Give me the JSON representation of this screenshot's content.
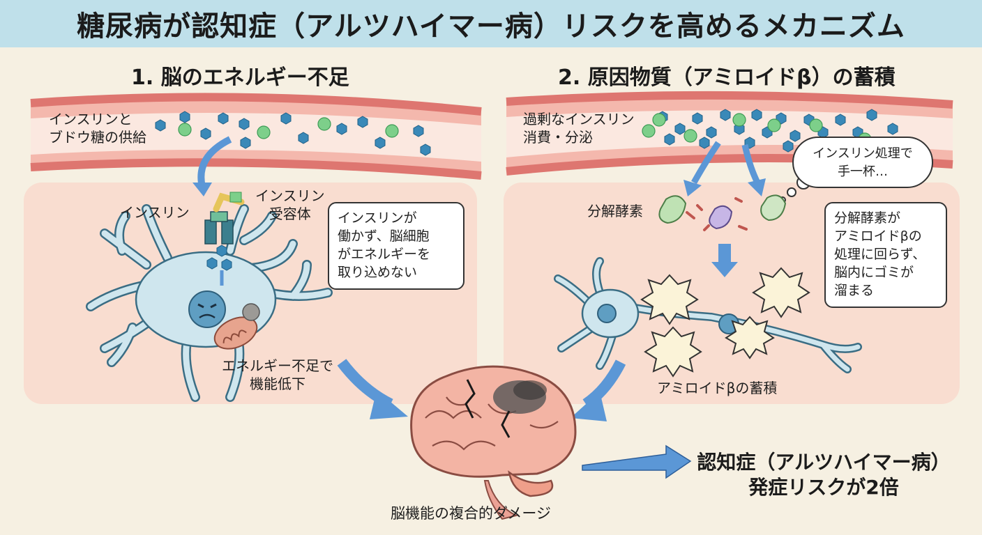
{
  "title": "糖尿病が認知症（アルツハイマー病）リスクを高めるメカニズム",
  "section1": {
    "heading": "1. 脳のエネルギー不足",
    "vessel_label": [
      "インスリンと",
      "ブドウ糖の供給"
    ],
    "insulin_label": "インスリン",
    "receptor_label": [
      "インスリン",
      "受容体"
    ],
    "callout": [
      "インスリンが",
      "働かず、脳細胞",
      "がエネルギーを",
      "取り込めない"
    ],
    "caption": [
      "エネルギー不足で",
      "機能低下"
    ]
  },
  "section2": {
    "heading": "2. 原因物質（アミロイドβ）の蓄積",
    "vessel_label": [
      "過剰なインスリン",
      "消費・分泌"
    ],
    "thought": [
      "インスリン処理で",
      "手一杯…"
    ],
    "enzyme_label": "分解酵素",
    "callout": [
      "分解酵素が",
      "アミロイドβの",
      "処理に回らず、",
      "脳内にゴミが",
      "溜まる"
    ],
    "caption": "アミロイドβの蓄積"
  },
  "brain_caption": "脳機能の複合的ダメージ",
  "result": [
    "認知症（アルツハイマー病）",
    "発症リスクが2倍"
  ],
  "colors": {
    "title_bg": "#bfe0ea",
    "page_bg": "#f6f0e2",
    "panel_bg": "#f9ddd0",
    "vessel": "#e98c85",
    "neuron": "#cfe6ee",
    "arrow": "#5b97d6",
    "insulin_dot": "#3a89b8",
    "glucose_dot": "#7dcf8a"
  }
}
